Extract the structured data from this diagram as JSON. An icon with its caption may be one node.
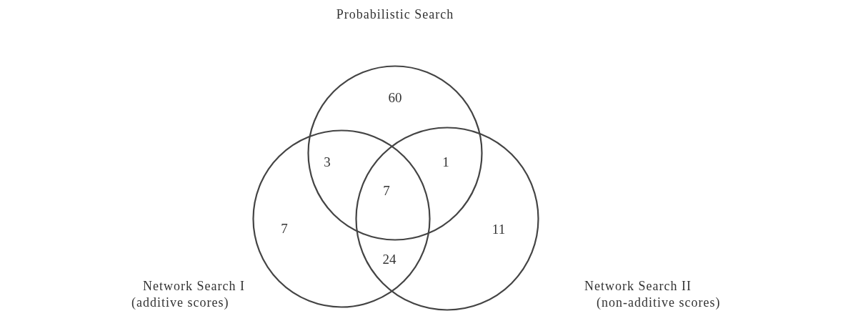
{
  "diagram": {
    "nodes": [
      {
        "text": [
          "Probabilistic Search"
        ]
      },
      {
        "text": [
          "Network Search I",
          "(additive scores)"
        ]
      },
      {
        "text": [
          "Network Search II",
          "(non-additive scores)"
        ]
      }
    ],
    "labels": [
      "60",
      "3",
      "1",
      "7",
      "7",
      "11",
      "24"
    ]
  }
}
